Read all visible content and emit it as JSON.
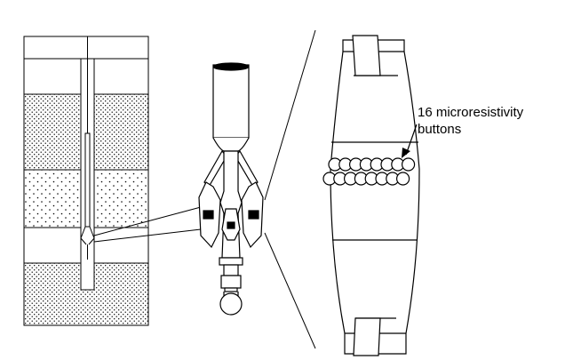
{
  "annotation": {
    "line1": "16 microresistivity",
    "line2": "buttons"
  },
  "button_count": 16,
  "colors": {
    "ink": "#000000",
    "paper": "#ffffff"
  }
}
